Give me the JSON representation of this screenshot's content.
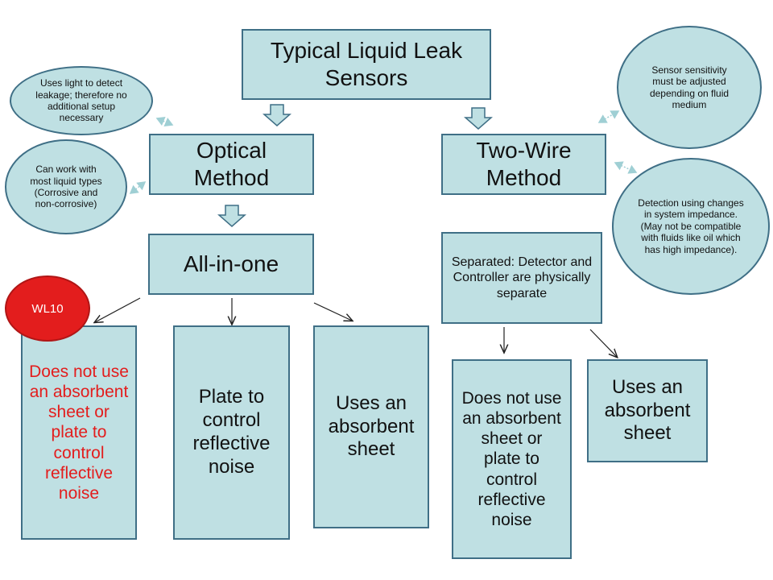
{
  "title": "Typical Liquid Leak Sensors",
  "optical": {
    "label": "Optical Method",
    "note_light": "Uses light to detect leakage; therefore no additional setup necessary",
    "note_liquids": "Can work with most liquid types (Corrosive and non-corrosive)",
    "all_in_one": "All-in-one",
    "children": [
      "Does not use an absorbent sheet or plate to control reflective noise",
      "Plate to control reflective noise",
      "Uses an absorbent sheet"
    ],
    "badge": "WL10"
  },
  "two_wire": {
    "label": "Two-Wire Method",
    "note_sensitivity": "Sensor sensitivity must be adjusted depending on fluid medium",
    "note_impedance": "Detection using changes in system impedance. (May not be compatible with fluids like oil which has high impedance).",
    "separated": "Separated: Detector and Controller are physically separate",
    "children": [
      "Does not use an absorbent sheet or plate to control reflective noise",
      "Uses an absorbent sheet"
    ]
  },
  "colors": {
    "box_fill": "#bfe0e3",
    "box_border": "#3f6f86",
    "highlight_text": "#e31d1d",
    "badge_fill": "#e31d1d"
  }
}
